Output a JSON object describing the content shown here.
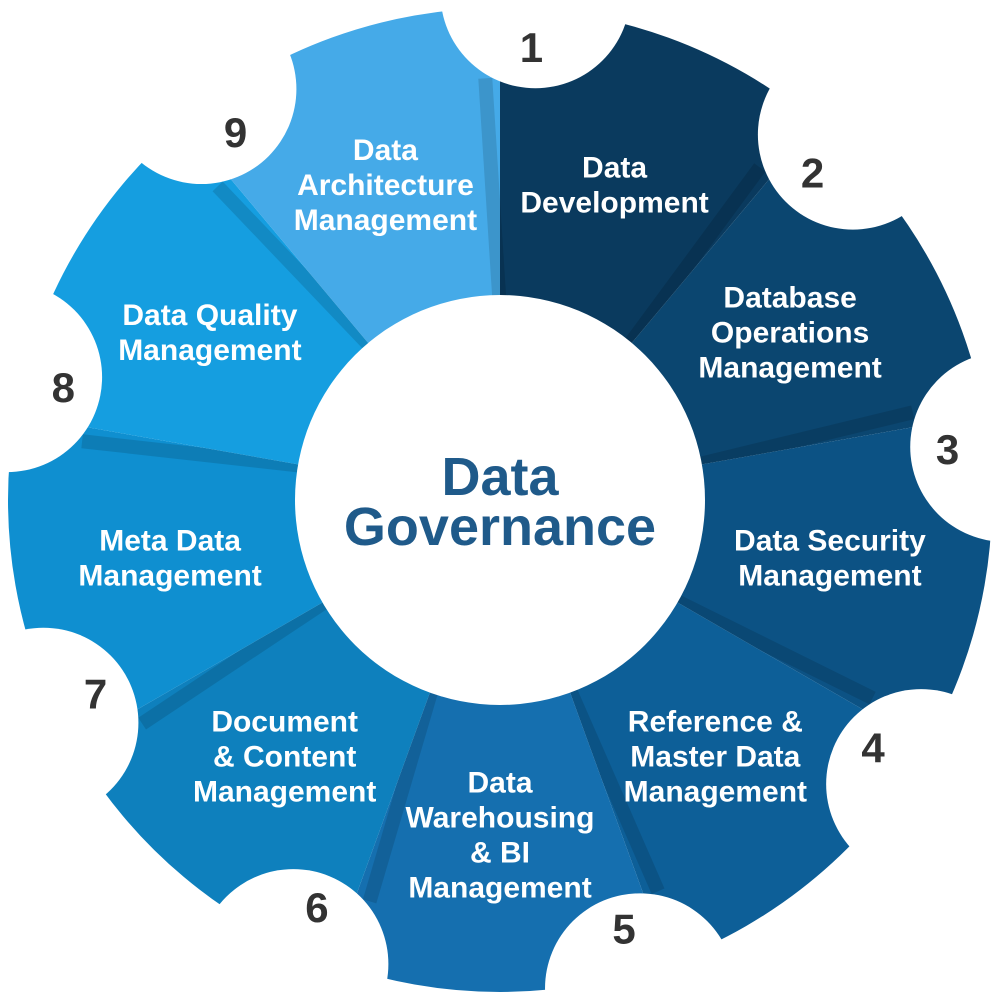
{
  "center": {
    "line1": "Data",
    "line2": "Governance",
    "fill": "#ffffff",
    "text_color": "#1f5a8a"
  },
  "segments": [
    {
      "number": "1",
      "lines": [
        "Data",
        "Development"
      ],
      "color": "#0a3a5e"
    },
    {
      "number": "2",
      "lines": [
        "Database",
        "Operations",
        "Management"
      ],
      "color": "#0b4670"
    },
    {
      "number": "3",
      "lines": [
        "Data Security",
        "Management"
      ],
      "color": "#0c5284"
    },
    {
      "number": "4",
      "lines": [
        "Reference &",
        "Master Data",
        "Management"
      ],
      "color": "#0d5f98"
    },
    {
      "number": "5",
      "lines": [
        "Data",
        "Warehousing",
        "& BI",
        "Management"
      ],
      "color": "#156faf"
    },
    {
      "number": "6",
      "lines": [
        "Document",
        "& Content",
        "Management"
      ],
      "color": "#0e80bd"
    },
    {
      "number": "7",
      "lines": [
        "Meta Data",
        "Management"
      ],
      "color": "#0f8fd0"
    },
    {
      "number": "8",
      "lines": [
        "Data Quality",
        "Management"
      ],
      "color": "#159ee0"
    },
    {
      "number": "9",
      "lines": [
        "Data",
        "Architecture",
        "Management"
      ],
      "color": "#45aae8"
    }
  ]
}
